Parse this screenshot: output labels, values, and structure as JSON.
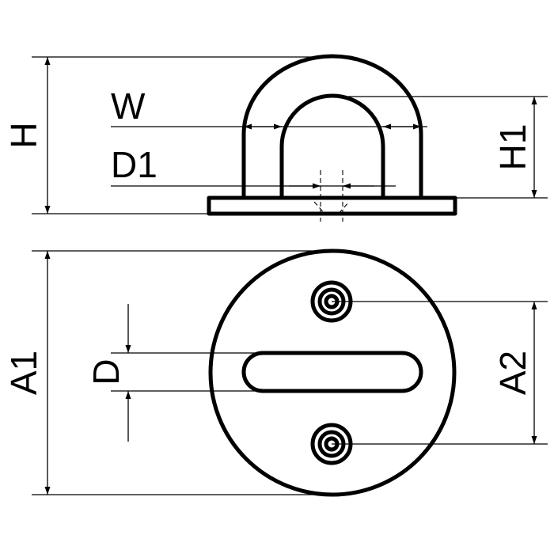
{
  "labels": {
    "H": "H",
    "W": "W",
    "D1": "D1",
    "H1": "H1",
    "A1": "A1",
    "D": "D",
    "A2": "A2"
  },
  "colors": {
    "ink": "#000000",
    "background": "#ffffff"
  }
}
